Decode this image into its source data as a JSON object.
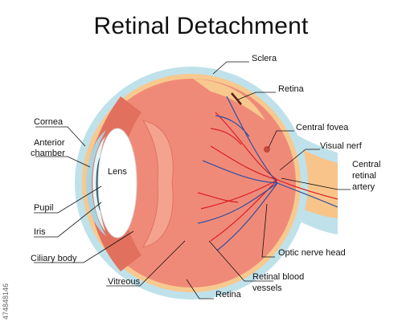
{
  "title": "Retinal Detachment",
  "labels": {
    "sclera": "Sclera",
    "retina_top": "Retina",
    "cornea": "Cornea",
    "anterior_chamber_1": "Anterior",
    "anterior_chamber_2": "chamber",
    "lens": "Lens",
    "central_fovea": "Central fovea",
    "visual_nerf": "Visual nerf",
    "central_retinal_1": "Central",
    "central_retinal_2": "retinal",
    "central_retinal_3": "artery",
    "pupil": "Pupil",
    "iris": "Iris",
    "ciliary_body": "Ciliary body",
    "optic_nerve_head": "Optic nerve head",
    "vitreous": "Vitreous",
    "retina_bottom": "Retina",
    "retinal_vessels_1": "Retinal blood",
    "retinal_vessels_2": "vessels"
  },
  "stock_id": "474848146",
  "colors": {
    "sclera": "#bfe1ea",
    "choroid": "#f7c98f",
    "vitreous": "#f08a78",
    "vitreous_dark": "#e2705f",
    "lens": "#ffffff",
    "iris": "#2d5f73",
    "cornea": "#a8d4e0",
    "nerve": "#f9c48a",
    "artery": "#d81f26",
    "vein": "#2f4fa1"
  }
}
